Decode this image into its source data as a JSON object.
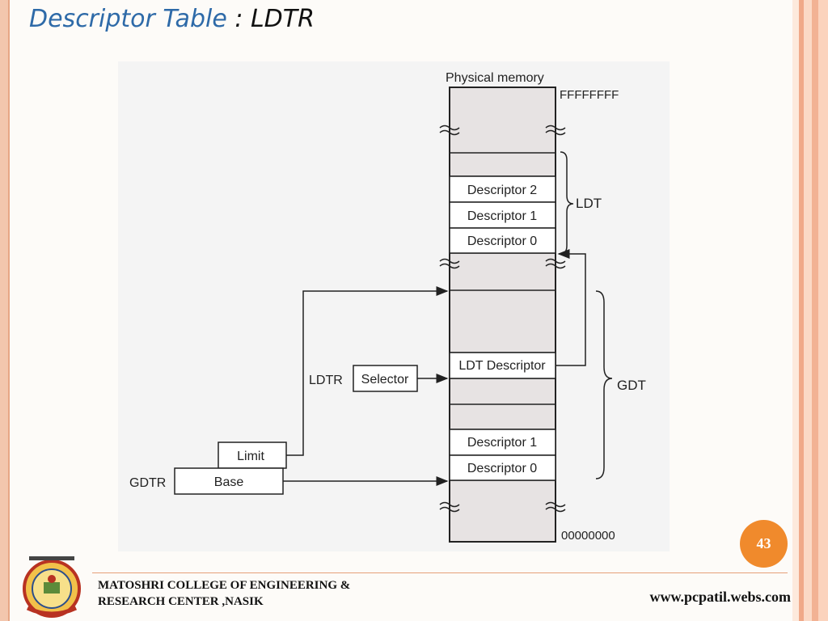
{
  "slide": {
    "title": "Descriptor Table",
    "subtitle": ": LDTR",
    "page_number": "43"
  },
  "diagram": {
    "physical_memory_label": "Physical memory",
    "top_address": "FFFFFFFF",
    "bottom_address": "00000000",
    "ldt_label": "LDT",
    "gdt_label": "GDT",
    "ldt_entries": [
      "Descriptor 2",
      "Descriptor 1",
      "Descriptor 0"
    ],
    "ldt_descriptor_label": "LDT Descriptor",
    "gdt_entries": [
      "Descriptor 1",
      "Descriptor 0"
    ],
    "ldtr_label": "LDTR",
    "selector_label": "Selector",
    "gdtr_label": "GDTR",
    "limit_label": "Limit",
    "base_label": "Base"
  },
  "footer": {
    "college_line1": "MATOSHRI COLLEGE OF ENGINEERING &",
    "college_line2": "RESEARCH CENTER ,NASIK",
    "website": "www.pcpatil.webs.com"
  },
  "colors": {
    "title_blue": "#2e6aa8",
    "badge_orange": "#f08a2c",
    "frame_peach": "#f3c6ad"
  }
}
